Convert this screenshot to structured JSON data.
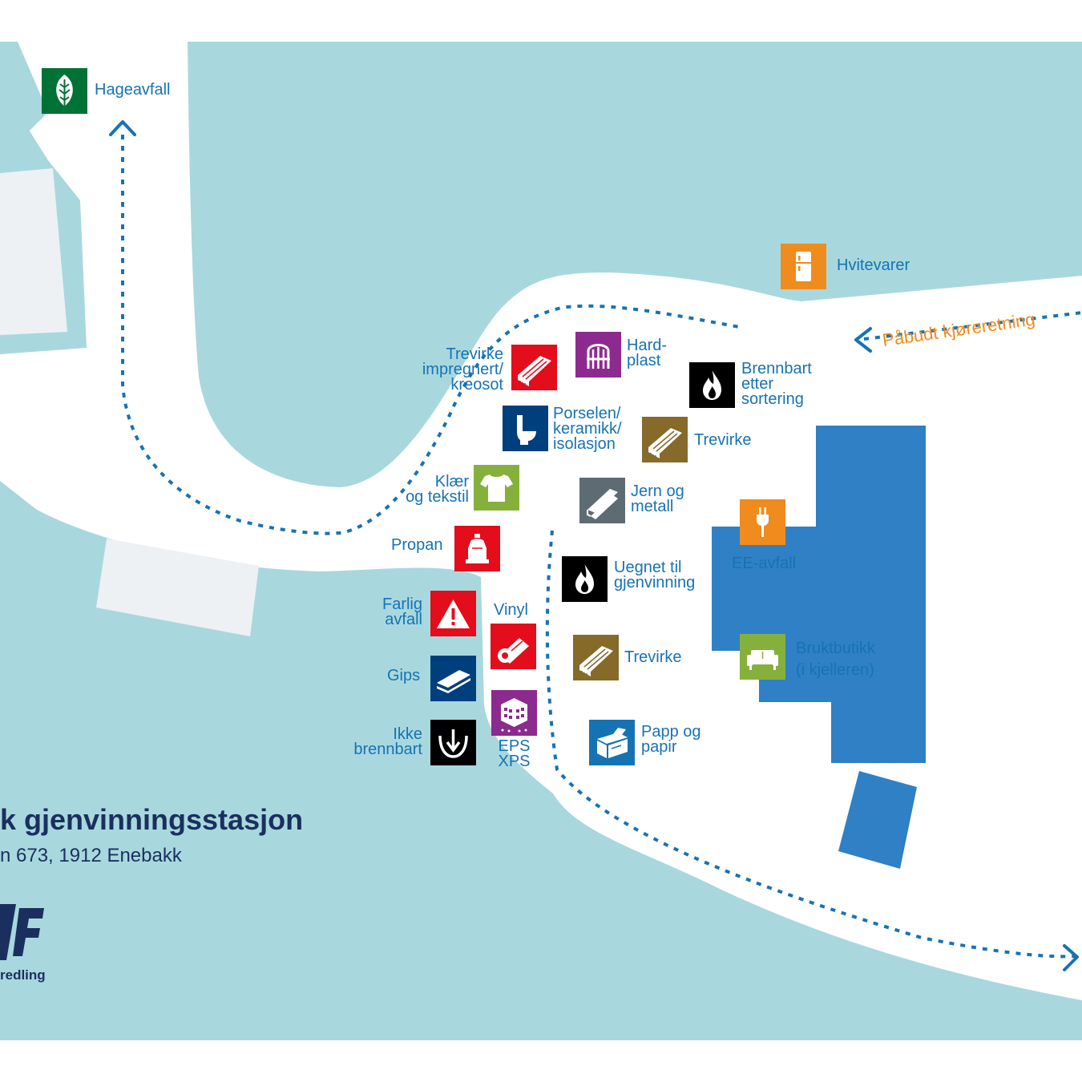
{
  "colors": {
    "water": "#a8d8de",
    "road": "#ffffff",
    "route": "#1673b3",
    "building": "#2f80c5",
    "building_grey": "#edf1f4",
    "label": "#1673b3",
    "title": "#1b2f5e",
    "direction": "#f08b1d"
  },
  "map": {
    "title": "k gjenvinningsstasjon",
    "address": "n 673, 1912 Enebakk",
    "logo_text": "AF",
    "logo_sub": "redling",
    "direction_label": "Påbudt kjøreretning"
  },
  "stations": [
    {
      "id": "hageavfall",
      "lines": [
        "Hageavfall"
      ],
      "icon": "leaf-icon",
      "color": "#007236"
    },
    {
      "id": "hvitevarer",
      "lines": [
        "Hvitevarer"
      ],
      "icon": "fridge-icon",
      "color": "#f08b1d"
    },
    {
      "id": "trevirke-impregnert",
      "lines": [
        "Trevirke",
        "impregnert/",
        "kreosot"
      ],
      "icon": "wood-planks-icon",
      "color": "#e30d1c"
    },
    {
      "id": "hardplast",
      "lines": [
        "Hard-",
        "plast"
      ],
      "icon": "plastic-chair-icon",
      "color": "#8c2a8f"
    },
    {
      "id": "brennbart-etter-sortering",
      "lines": [
        "Brennbart",
        "etter",
        "sortering"
      ],
      "icon": "flame-icon",
      "color": "#000000"
    },
    {
      "id": "porselen",
      "lines": [
        "Porselen/",
        "keramikk/",
        "isolasjon"
      ],
      "icon": "toilet-icon",
      "color": "#003f7d"
    },
    {
      "id": "trevirke-1",
      "lines": [
        "Trevirke"
      ],
      "icon": "wood-planks-icon",
      "color": "#856a2a"
    },
    {
      "id": "klaer",
      "lines": [
        "Klær",
        "og tekstil"
      ],
      "icon": "tshirt-icon",
      "color": "#86b03c"
    },
    {
      "id": "jern-og-metall",
      "lines": [
        "Jern og",
        "metall"
      ],
      "icon": "metal-bars-icon",
      "color": "#5f6b73"
    },
    {
      "id": "ee-avfall",
      "lines": [
        "EE-avfall"
      ],
      "icon": "plug-icon",
      "color": "#f08b1d"
    },
    {
      "id": "propan",
      "lines": [
        "Propan"
      ],
      "icon": "gas-bottle-icon",
      "color": "#e30d1c"
    },
    {
      "id": "uegnet",
      "lines": [
        "Uegnet til",
        "gjenvinning"
      ],
      "icon": "flame-icon",
      "color": "#000000"
    },
    {
      "id": "farlig-avfall",
      "lines": [
        "Farlig",
        "avfall"
      ],
      "icon": "warning-icon",
      "color": "#e30d1c"
    },
    {
      "id": "vinyl",
      "lines": [
        "Vinyl"
      ],
      "icon": "vinyl-roll-icon",
      "color": "#e30d1c"
    },
    {
      "id": "trevirke-2",
      "lines": [
        "Trevirke"
      ],
      "icon": "wood-planks-icon",
      "color": "#856a2a"
    },
    {
      "id": "bruktbutikk",
      "lines": [
        "Bruktbutikk",
        "(i kjelleren)"
      ],
      "icon": "sofa-icon",
      "color": "#86b03c"
    },
    {
      "id": "gips",
      "lines": [
        "Gips"
      ],
      "icon": "gypsum-board-icon",
      "color": "#003f7d"
    },
    {
      "id": "eps-xps",
      "lines": [
        "EPS",
        "XPS"
      ],
      "icon": "eps-box-icon",
      "color": "#8c2a8f"
    },
    {
      "id": "papp-og-papir",
      "lines": [
        "Papp og",
        "papir"
      ],
      "icon": "cardboard-box-icon",
      "color": "#1673b3"
    },
    {
      "id": "ikke-brennbart",
      "lines": [
        "Ikke",
        "brennbart"
      ],
      "icon": "non-combustible-icon",
      "color": "#000000"
    }
  ]
}
